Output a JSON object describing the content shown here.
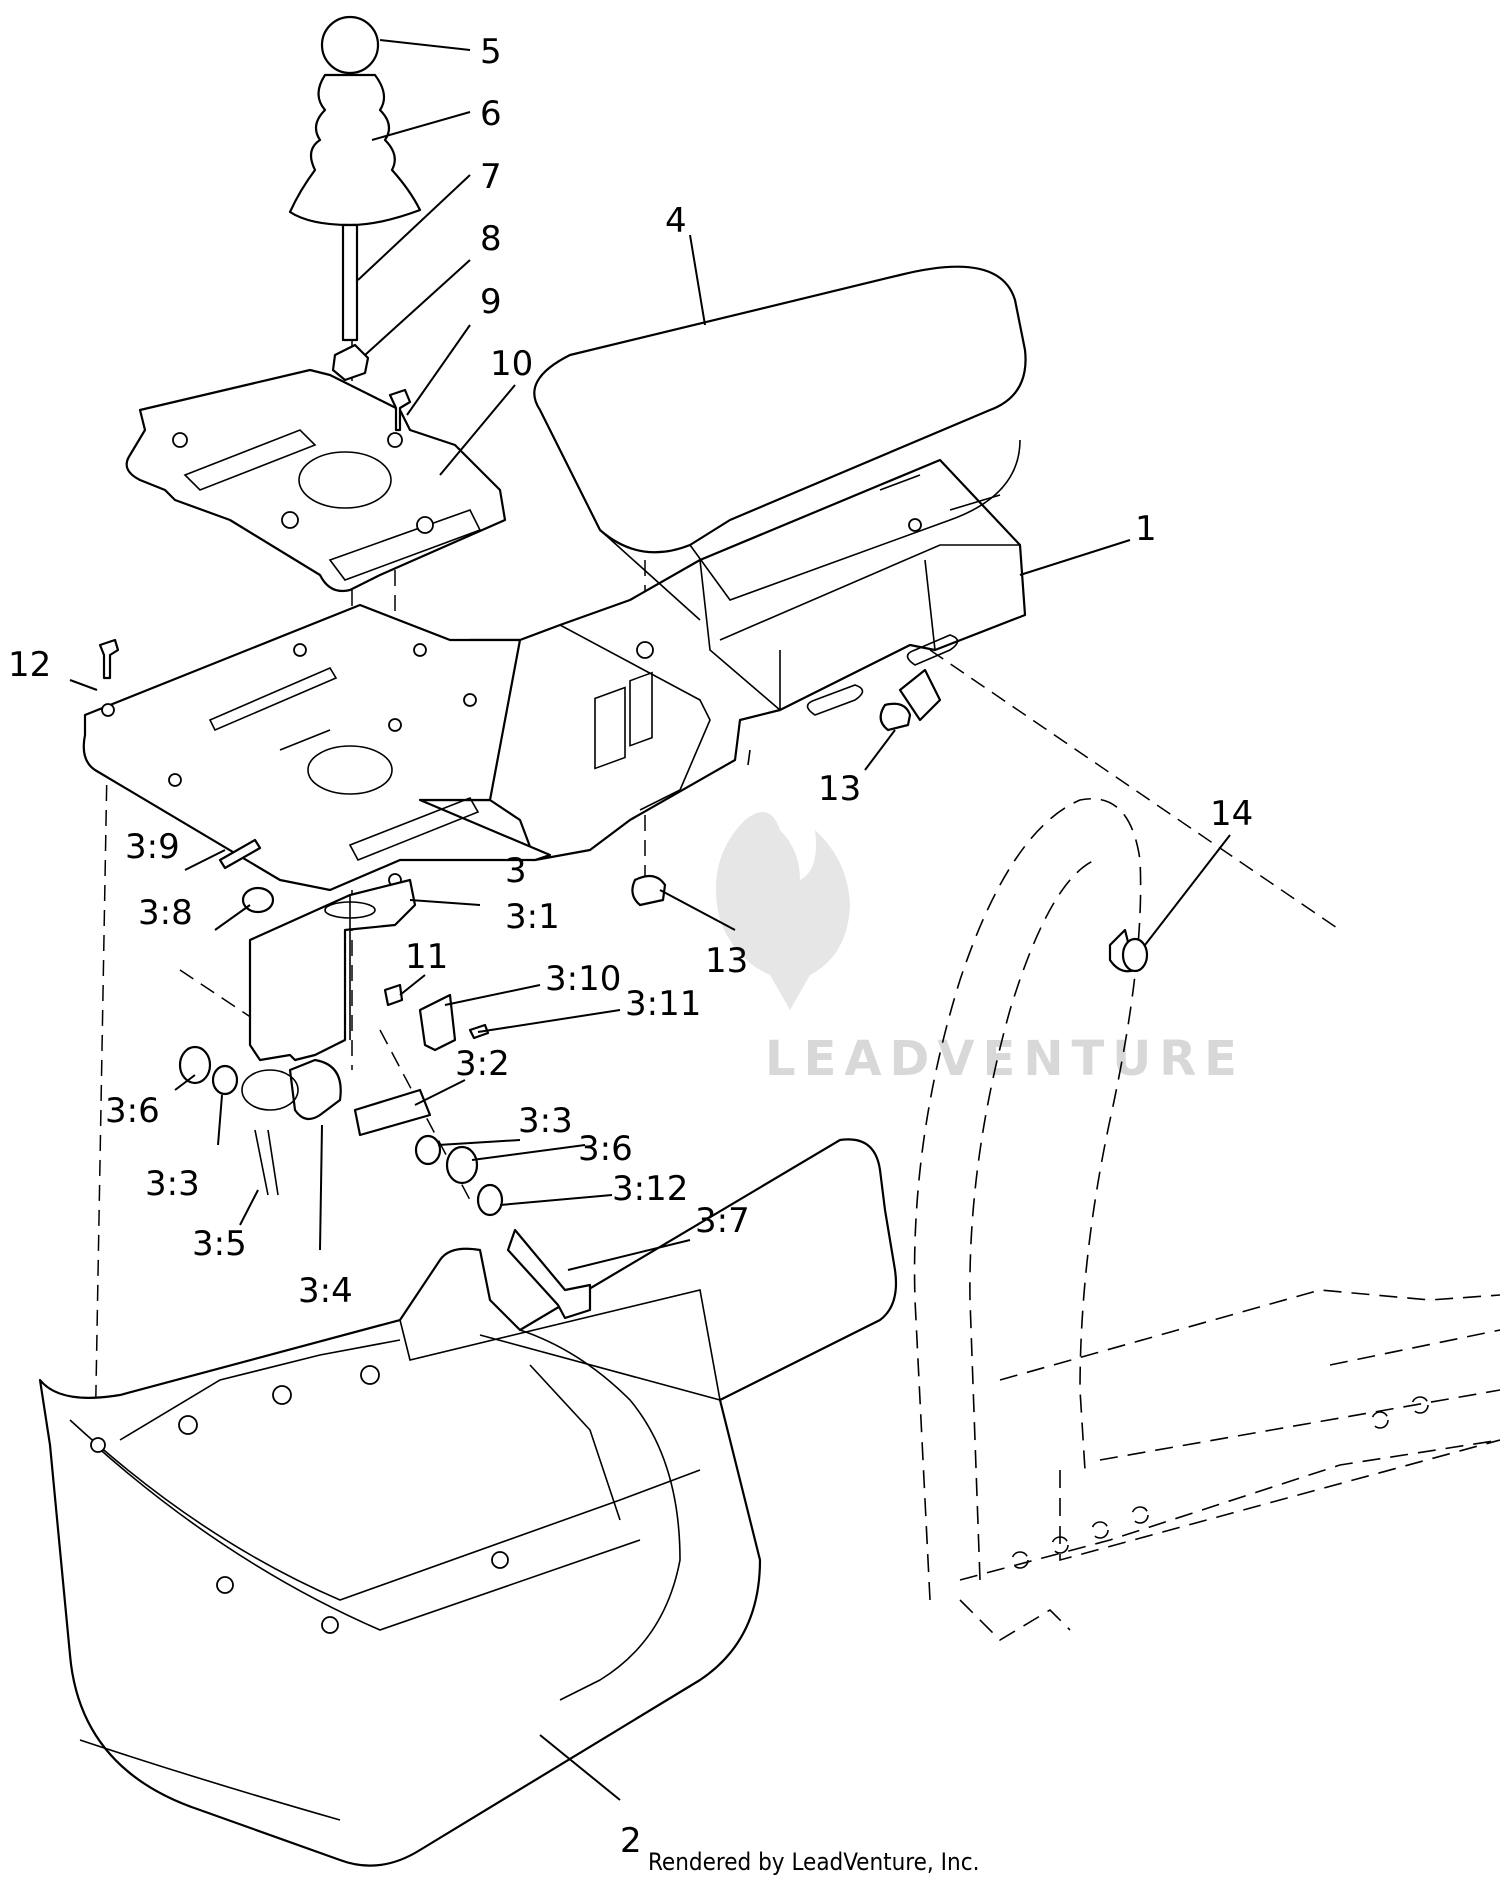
{
  "callouts": [
    {
      "id": "c5",
      "label": "5"
    },
    {
      "id": "c6",
      "label": "6"
    },
    {
      "id": "c7",
      "label": "7"
    },
    {
      "id": "c4",
      "label": "4"
    },
    {
      "id": "c8",
      "label": "8"
    },
    {
      "id": "c9",
      "label": "9"
    },
    {
      "id": "c10",
      "label": "10"
    },
    {
      "id": "c1",
      "label": "1"
    },
    {
      "id": "c12",
      "label": "12"
    },
    {
      "id": "c13a",
      "label": "13"
    },
    {
      "id": "c14",
      "label": "14"
    },
    {
      "id": "c3",
      "label": "3"
    },
    {
      "id": "c39",
      "label": "3:9"
    },
    {
      "id": "c31",
      "label": "3:1"
    },
    {
      "id": "c38",
      "label": "3:8"
    },
    {
      "id": "c13b",
      "label": "13"
    },
    {
      "id": "c11",
      "label": "11"
    },
    {
      "id": "c310",
      "label": "3:10"
    },
    {
      "id": "c311",
      "label": "3:11"
    },
    {
      "id": "c36a",
      "label": "3:6"
    },
    {
      "id": "c32",
      "label": "3:2"
    },
    {
      "id": "c33b",
      "label": "3:3"
    },
    {
      "id": "c36b",
      "label": "3:6"
    },
    {
      "id": "c33a",
      "label": "3:3"
    },
    {
      "id": "c312",
      "label": "3:12"
    },
    {
      "id": "c37",
      "label": "3:7"
    },
    {
      "id": "c35",
      "label": "3:5"
    },
    {
      "id": "c34",
      "label": "3:4"
    },
    {
      "id": "c2",
      "label": "2"
    }
  ],
  "watermark": "LEADVENTURE",
  "footer": "Rendered by LeadVenture, Inc."
}
